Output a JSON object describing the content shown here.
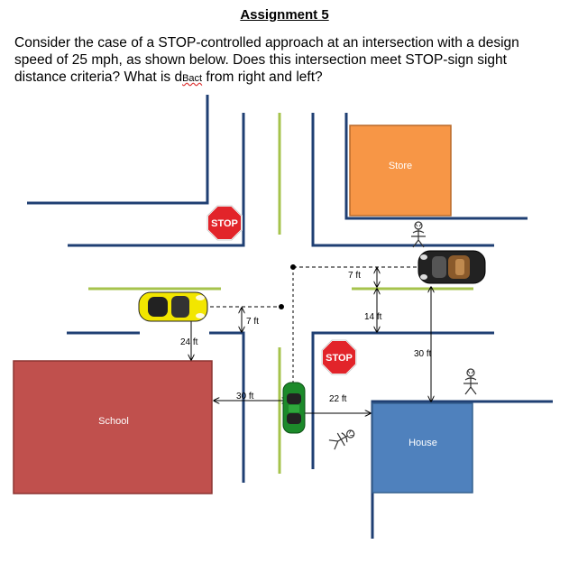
{
  "header": {
    "title": "Assignment 5",
    "question_part1": "Consider the case of a STOP-controlled approach at an intersection with a design speed of 25 mph, as shown below.  Does this intersection meet STOP-sign sight distance criteria? What is ",
    "question_term": "d",
    "question_sub": "Bact",
    "question_part2": " from right and left?"
  },
  "buildings": {
    "store": "Store",
    "school": "School",
    "house": "House"
  },
  "signs": {
    "stop_upper": "STOP",
    "stop_lower": "STOP"
  },
  "dimensions": {
    "d_7ft_top": "7 ft",
    "d_14ft": "14 ft",
    "d_7ft_left": "7 ft",
    "d_24ft": "24 ft",
    "d_30ft_right": "30 ft",
    "d_30ft_left": "30 ft",
    "d_22ft": "22 ft"
  },
  "colors": {
    "road_edge": "#1f3f73",
    "centerline": "#a6c34c",
    "store_fill": "#f79646",
    "school_fill": "#c0504d",
    "house_fill": "#4f81bd",
    "stop_red": "#e2242a",
    "car_yellow": "#f2e600",
    "car_green": "#1c8a2a",
    "car_black": "#222222"
  }
}
